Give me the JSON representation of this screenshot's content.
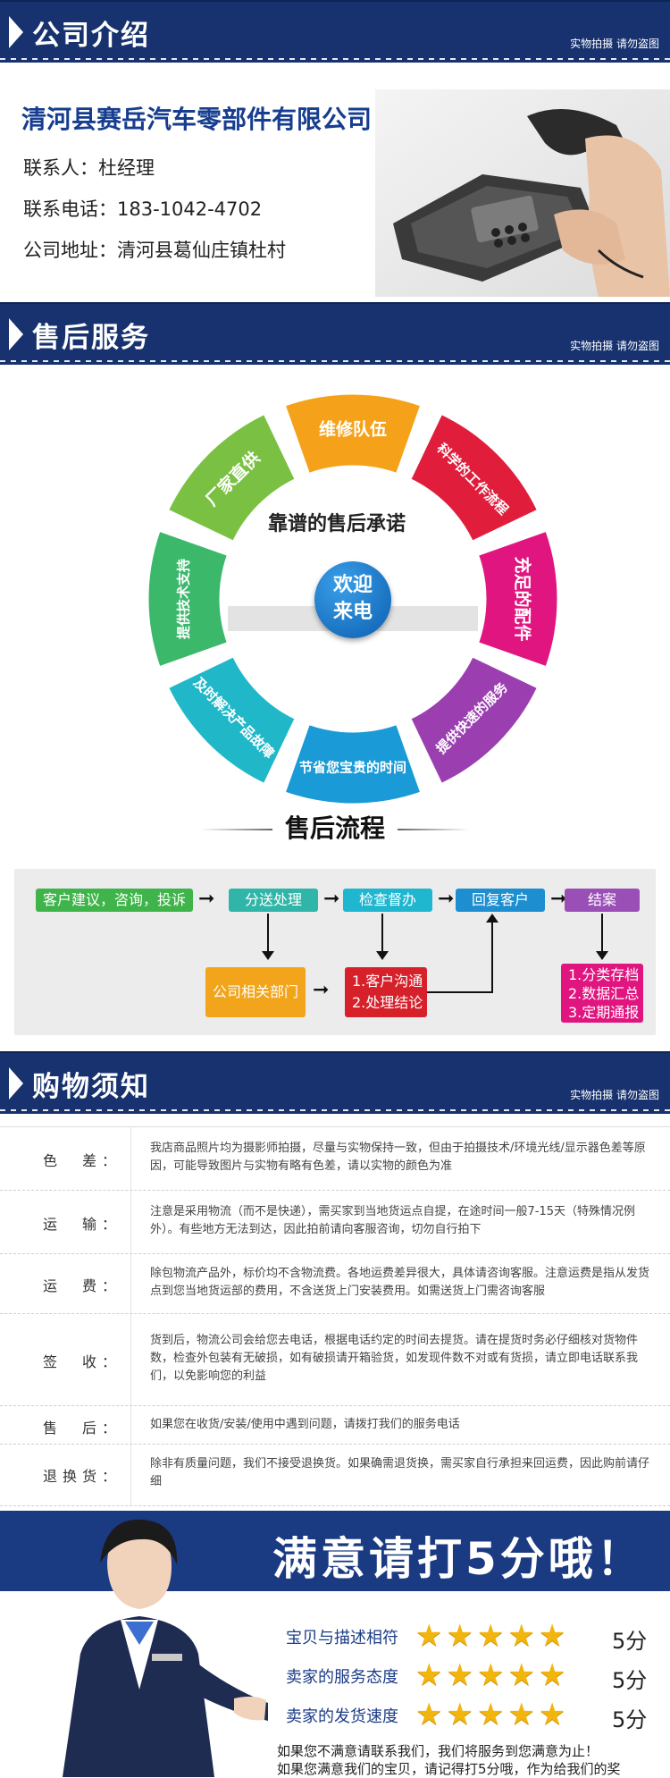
{
  "watermark_note": "实物拍摄 请勿盗图",
  "sections": {
    "company": "公司介绍",
    "service": "售后服务",
    "shopping": "购物须知"
  },
  "company": {
    "name": "清河县赛岳汽车零部件有限公司",
    "contact": "联系人：杜经理",
    "phone": "联系电话：183-1042-4702",
    "address": "公司地址：清河县葛仙庄镇杜村"
  },
  "wheel": {
    "center_title": "靠谱的售后承诺",
    "welcome_line1": "欢迎",
    "welcome_line2": "来电",
    "segments": [
      {
        "label": "维修队伍",
        "color": "#f5a21a"
      },
      {
        "label": "科学的工作流程",
        "color": "#e01e3c"
      },
      {
        "label": "充足的配件",
        "color": "#e0157f"
      },
      {
        "label": "提供快速的服务",
        "color": "#9b3fb0"
      },
      {
        "label": "节省您宝贵的时间",
        "color": "#1a9ad6"
      },
      {
        "label": "及时解决产品故障",
        "color": "#20b8c8"
      },
      {
        "label": "提供技术支持",
        "color": "#3cb86b"
      },
      {
        "label": "厂家直供",
        "color": "#7ac143"
      }
    ]
  },
  "flow": {
    "title": "售后流程",
    "step1": "客户建议，咨询，投诉",
    "step2": "分送处理",
    "step3": "检查督办",
    "step4": "回复客户",
    "step5": "结案",
    "dept": "公司相关部门",
    "comm1": "1.客户沟通",
    "comm2": "2.处理结论",
    "end1": "1.分类存档",
    "end2": "2.数据汇总",
    "end3": "3.定期通报",
    "colors": {
      "green": "#3fb44a",
      "teal": "#2fb6a8",
      "cyan": "#1fb6cf",
      "blue": "#1d8fd0",
      "purple": "#9a4fb6",
      "orange": "#f2a41a",
      "red": "#d6212b",
      "magenta": "#e0157f"
    }
  },
  "notes": [
    {
      "key": "色　差：",
      "value": "我店商品照片均为摄影师拍摄，尽量与实物保持一致，但由于拍摄技术/环境光线/显示器色差等原因，可能导致图片与实物有略有色差，请以实物的颜色为准"
    },
    {
      "key": "运　输：",
      "value": "注意是采用物流（而不是快递），需买家到当地货运点自提，在途时间一般7-15天（特殊情况例外）。有些地方无法到达，因此拍前请向客服咨询，切勿自行拍下"
    },
    {
      "key": "运　费：",
      "value": "除包物流产品外，标价均不含物流费。各地运费差异很大，具体请咨询客服。注意运费是指从发货点到您当地货运部的费用，不含送货上门安装费用。如需送货上门需咨询客服"
    },
    {
      "key": "签　收：",
      "value": "货到后，物流公司会给您去电话，根据电话约定的时间去提货。请在提货时务必仔细核对货物件数，检查外包装有无破损，如有破损请开箱验货，如发现件数不对或有货损，请立即电话联系我们，以免影响您的利益"
    },
    {
      "key": "售　后：",
      "value": "如果您在收货/安装/使用中遇到问题，请拨打我们的服务电话"
    },
    {
      "key": "退换货：",
      "value": "除非有质量问题，我们不接受退换货。如果确需退货换，需买家自行承担来回运费，因此购前请仔细"
    }
  ],
  "rating": {
    "headline": "满意请打5分哦！",
    "rows": [
      {
        "label": "宝贝与描述相符",
        "stars": "★★★★★",
        "score": "5分"
      },
      {
        "label": "卖家的服务态度",
        "stars": "★★★★★",
        "score": "5分"
      },
      {
        "label": "卖家的发货速度",
        "stars": "★★★★★",
        "score": "5分"
      }
    ],
    "line1": "如果您不满意请联系我们，我们将服务到您满意为止！",
    "line2": "如果您满意我们的宝贝，请记得打5分哦，作为给我们的奖"
  }
}
